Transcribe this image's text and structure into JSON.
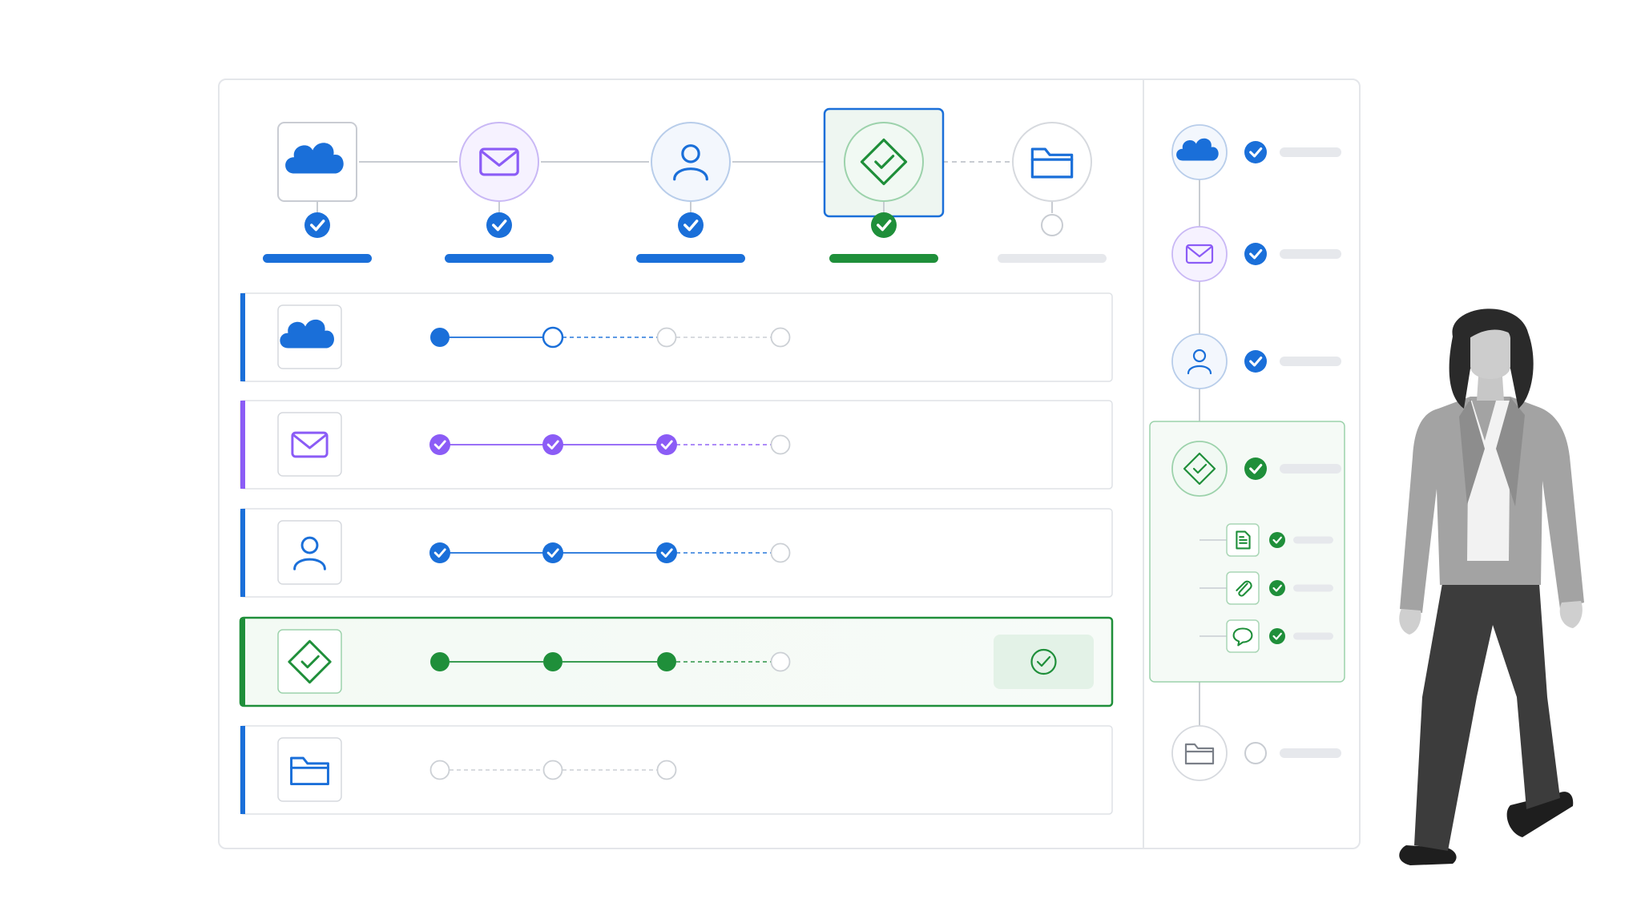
{
  "colors": {
    "blue": "#1a6fd9",
    "purple": "#8b5cf6",
    "green": "#1f8f3a",
    "gray_line": "#c8ccd2",
    "gray_light": "#e6e8ec",
    "border": "#e4e6ea"
  },
  "header_steps": [
    {
      "icon": "cloud-icon",
      "color": "blue",
      "frame": "rounded-square",
      "status": "complete",
      "active": false
    },
    {
      "icon": "mail-icon",
      "color": "purple",
      "frame": "circle",
      "status": "complete",
      "active": false
    },
    {
      "icon": "user-icon",
      "color": "blue",
      "frame": "circle",
      "status": "complete",
      "active": false
    },
    {
      "icon": "diamond-check-icon",
      "color": "green",
      "frame": "circle",
      "status": "complete",
      "active": true
    },
    {
      "icon": "folder-icon",
      "color": "blue",
      "frame": "circle",
      "status": "pending",
      "active": false
    }
  ],
  "rows": [
    {
      "icon": "cloud-icon",
      "color": "blue",
      "nodes": [
        "filled",
        "open",
        "empty",
        "empty"
      ],
      "highlighted": false,
      "badge": false
    },
    {
      "icon": "mail-icon",
      "color": "purple",
      "nodes": [
        "check",
        "check",
        "check",
        "empty"
      ],
      "highlighted": false,
      "badge": false
    },
    {
      "icon": "user-icon",
      "color": "blue",
      "nodes": [
        "check",
        "check",
        "check",
        "empty"
      ],
      "highlighted": false,
      "badge": false
    },
    {
      "icon": "diamond-check-icon",
      "color": "green",
      "nodes": [
        "filled",
        "filled",
        "filled",
        "empty"
      ],
      "highlighted": true,
      "badge": true
    },
    {
      "icon": "folder-icon",
      "color": "blue",
      "nodes": [
        "empty",
        "empty",
        "empty"
      ],
      "highlighted": false,
      "badge": false
    }
  ],
  "side_steps": [
    {
      "icon": "cloud-icon",
      "color": "blue",
      "status": "complete"
    },
    {
      "icon": "mail-icon",
      "color": "purple",
      "status": "complete"
    },
    {
      "icon": "user-icon",
      "color": "blue",
      "status": "complete"
    },
    {
      "icon": "diamond-check-icon",
      "color": "green",
      "status": "complete",
      "expanded": true,
      "substeps": [
        {
          "icon": "document-icon",
          "status": "complete"
        },
        {
          "icon": "paperclip-icon",
          "status": "complete"
        },
        {
          "icon": "comment-icon",
          "status": "complete"
        }
      ]
    },
    {
      "icon": "folder-icon",
      "color": "gray",
      "status": "pending"
    }
  ],
  "person": {
    "icon": "walking-person-figure"
  }
}
